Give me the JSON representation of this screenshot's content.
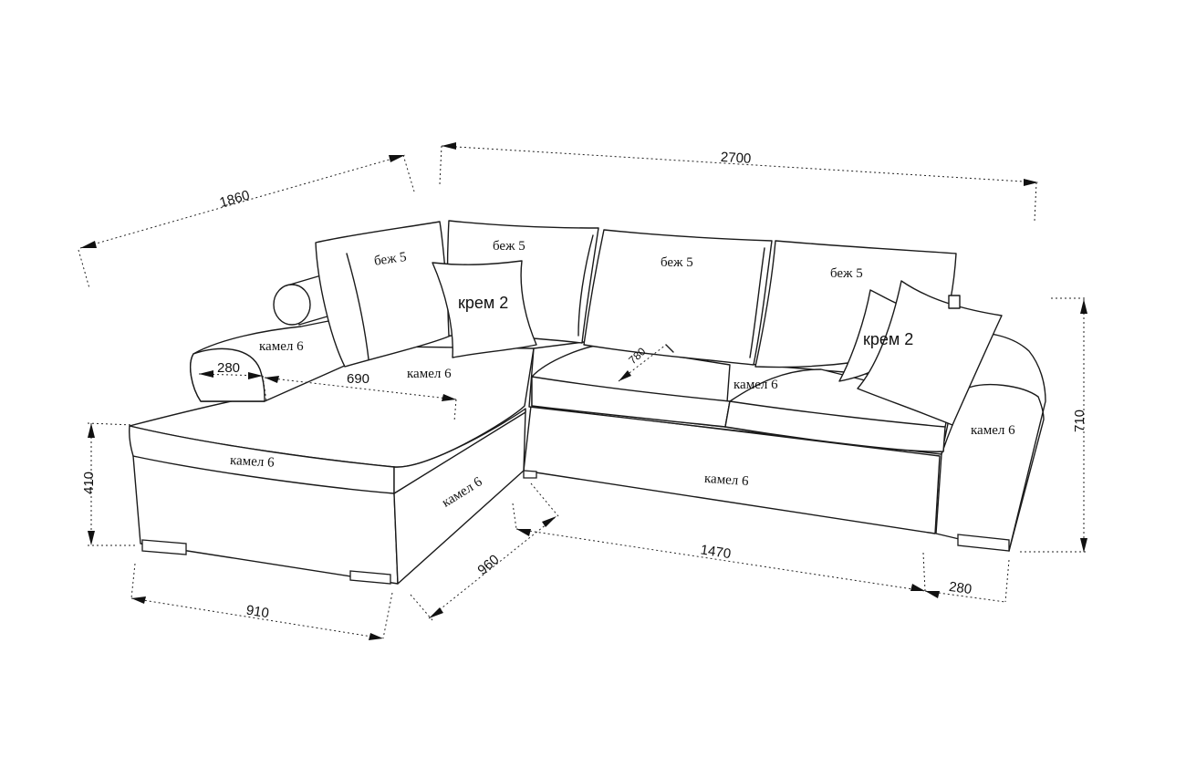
{
  "dimensions": {
    "depth_chaise_side": "1860",
    "total_width": "2700",
    "height_total": "710",
    "seat_height": "410",
    "chaise_width": "910",
    "chaise_front_depth": "960",
    "main_section_length": "1470",
    "armrest_right": "280",
    "armrest_left": "280",
    "chaise_seat_depth": "690",
    "seat_cushion_depth": "780"
  },
  "materials": {
    "back_pillow_1": "беж 5",
    "back_pillow_2": "беж 5",
    "back_pillow_3": "беж 5",
    "back_pillow_4": "беж 5",
    "accent_pillow_left": "крем 2",
    "accent_pillow_right": "крем 2",
    "left_arm_top": "камел 6",
    "chaise_seat": "камел 6",
    "chaise_front": "камел 6",
    "chaise_side": "камел 6",
    "main_seat": "камел 6",
    "main_front": "камел 6",
    "right_arm": "камел 6"
  }
}
